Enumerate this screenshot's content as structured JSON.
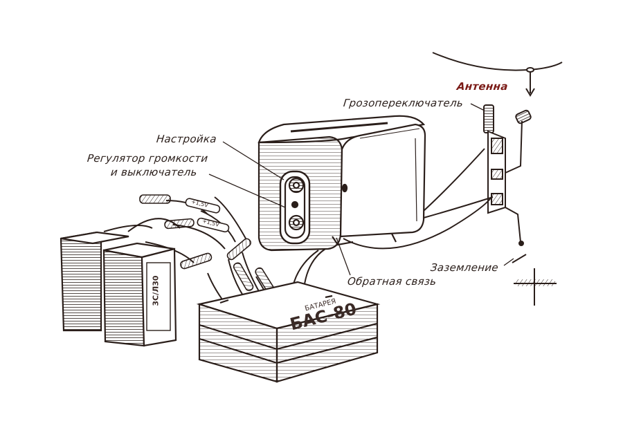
{
  "labels": {
    "antenna": "Антенна",
    "lightning_switch": "Грозопереключатель",
    "tuning": "Настройка",
    "volume_line1": "Регулятор громкости",
    "volume_line2": "и выключатель",
    "ground": "Заземление",
    "feedback": "Обратная связь"
  },
  "battery_small": {
    "text": "3С/Л30",
    "terminal_a": "+1,5V",
    "terminal_b": "+1,5V"
  },
  "battery_large": {
    "title": "БАТАРЕЯ",
    "model": "БАС-80"
  },
  "colors": {
    "ink": "#2a1e1a",
    "accent": "#7a1a16",
    "paper": "#ffffff"
  }
}
